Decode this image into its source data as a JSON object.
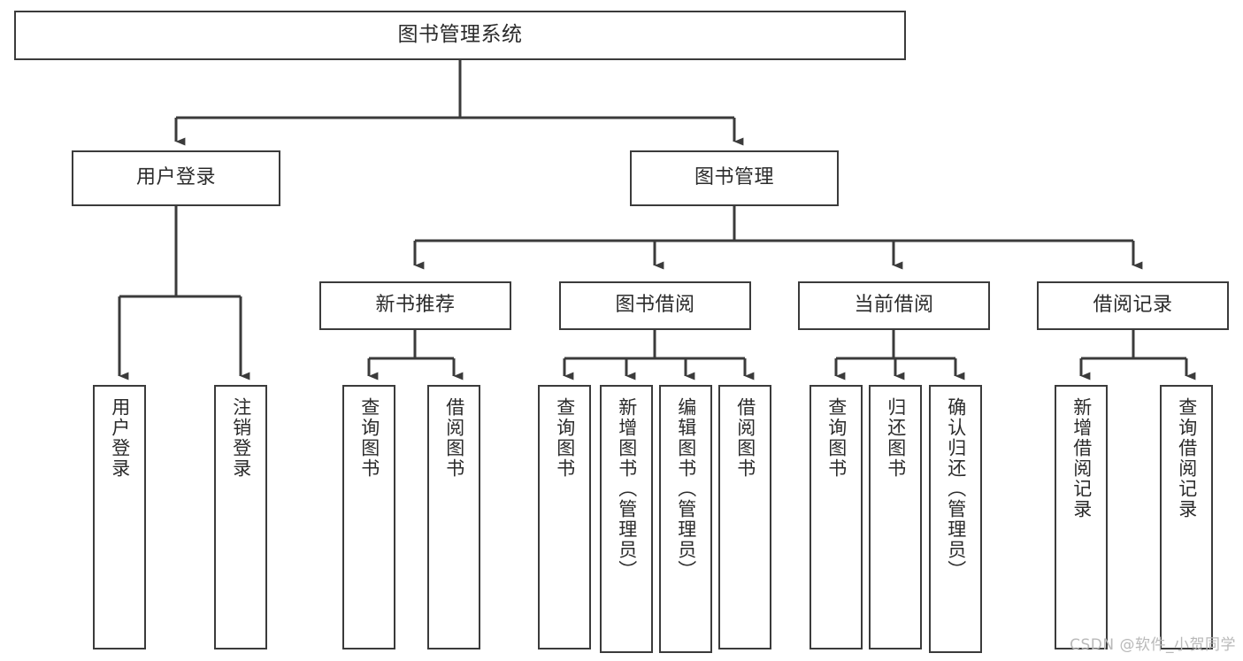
{
  "diagram": {
    "title": "图书管理系统",
    "type": "tree-hierarchy-functional-decomposition",
    "colors": {
      "box_border": "#3b3b3b",
      "box_fill": "#ffffff",
      "connector": "#3b3b3b",
      "text": "#2b2b2b",
      "watermark": "#b9b9b9"
    },
    "nodes": {
      "root": {
        "label": "图书管理系统"
      },
      "level2": [
        {
          "id": "user-login",
          "label": "用户登录"
        },
        {
          "id": "book-manage",
          "label": "图书管理"
        }
      ],
      "level3": [
        {
          "id": "new-book-recommend",
          "label": "新书推荐"
        },
        {
          "id": "book-borrow",
          "label": "图书借阅"
        },
        {
          "id": "current-borrow",
          "label": "当前借阅"
        },
        {
          "id": "borrow-record",
          "label": "借阅记录"
        }
      ],
      "leaves": {
        "user-login": [
          {
            "id": "leaf-user-login",
            "label": "用户登录"
          },
          {
            "id": "leaf-logout-login",
            "label": "注销登录"
          }
        ],
        "new-book-recommend": [
          {
            "id": "leaf-query-book-1",
            "label": "查询图书"
          },
          {
            "id": "leaf-borrow-book-1",
            "label": "借阅图书"
          }
        ],
        "book-borrow": [
          {
            "id": "leaf-query-book-2",
            "label": "查询图书"
          },
          {
            "id": "leaf-add-book",
            "label": "新增图书（管理员）"
          },
          {
            "id": "leaf-edit-book",
            "label": "编辑图书（管理员）"
          },
          {
            "id": "leaf-borrow-book-2",
            "label": "借阅图书"
          }
        ],
        "current-borrow": [
          {
            "id": "leaf-query-book-3",
            "label": "查询图书"
          },
          {
            "id": "leaf-return-book",
            "label": "归还图书"
          },
          {
            "id": "leaf-confirm-return",
            "label": "确认归还（管理员）"
          }
        ],
        "borrow-record": [
          {
            "id": "leaf-add-borrow-record",
            "label": "新增借阅记录"
          },
          {
            "id": "leaf-query-borrow-record",
            "label": "查询借阅记录"
          }
        ]
      }
    },
    "watermark": "CSDN @软件_小贺同学"
  }
}
